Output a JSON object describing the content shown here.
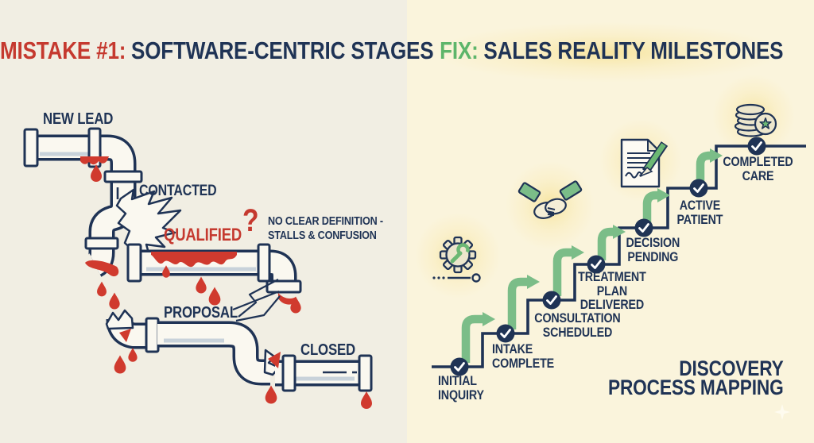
{
  "left": {
    "title_red": "MISTAKE #1:",
    "title_rest": "SOFTWARE-CENTRIC STAGES",
    "labels": {
      "new_lead": "NEW LEAD",
      "contacted": "CONTACTED",
      "qualified": "QUALIFIED",
      "question": "?",
      "note1": "NO CLEAR DEFINITION -",
      "note2": "STALLS & CONFUSION",
      "proposal": "PROPOSAL",
      "closed": "CLOSED"
    }
  },
  "right": {
    "title_green": "FIX:",
    "title_rest": "SALES REALITY MILESTONES",
    "milestones": [
      {
        "id": "initial-inquiry",
        "lines": [
          "INITIAL",
          "INQUIRY"
        ]
      },
      {
        "id": "intake-complete",
        "lines": [
          "INTAKE",
          "COMPLETE"
        ]
      },
      {
        "id": "consultation-scheduled",
        "lines": [
          "CONSULTATION",
          "SCHEDULED"
        ]
      },
      {
        "id": "treatment-plan-delivered",
        "lines": [
          "TREATMENT",
          "PLAN",
          "DELIVERED"
        ]
      },
      {
        "id": "decision-pending",
        "lines": [
          "DECISION",
          "PENDING"
        ]
      },
      {
        "id": "active-patient",
        "lines": [
          "ACTIVE",
          "PATIENT"
        ]
      },
      {
        "id": "completed-care",
        "lines": [
          "COMPLETED",
          "CARE"
        ]
      }
    ],
    "icons": [
      "gear-wrench-icon",
      "handshake-icon",
      "document-signature-icon",
      "coins-star-icon"
    ],
    "footer_line1": "DISCOVERY",
    "footer_line2": "PROCESS MAPPING"
  },
  "colors": {
    "left_bg": "#f1eee3",
    "right_bg": "#faf4dc",
    "navy": "#1f3355",
    "red": "#c5392f",
    "drip_red": "#d03a2e",
    "green": "#5db56a",
    "arrow_green": "#7bbd88",
    "pipe_fill": "#faf8f0",
    "pipe_shade": "#c8d2da",
    "glow": "#f7e193",
    "icon_green": "#6cb874"
  }
}
